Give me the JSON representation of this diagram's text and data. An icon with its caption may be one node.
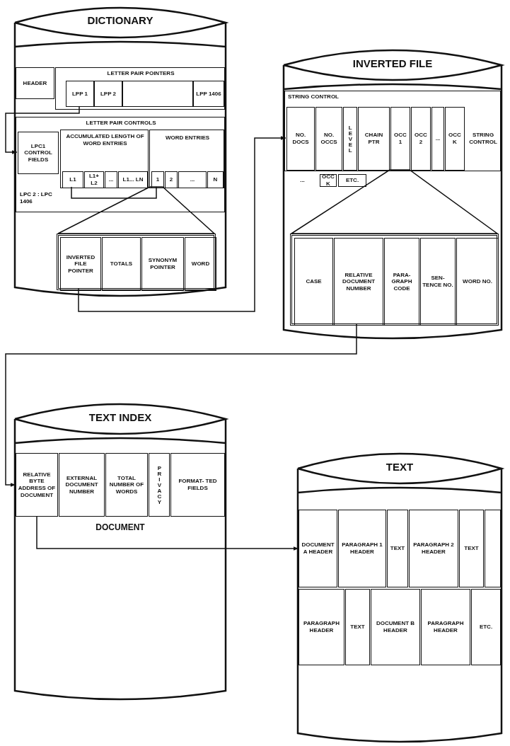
{
  "diagram": {
    "nodes": [
      {
        "text": [
          "DICTIONARY"
        ]
      },
      {
        "text": [
          "HEADER"
        ],
        "in": 0
      },
      {
        "text": [
          "LETTER PAIR POINTERS"
        ],
        "in": 0
      },
      {
        "text": [
          "LPP 1"
        ],
        "in": 2
      },
      {
        "text": [
          "LPP 2"
        ],
        "in": 2
      },
      {
        "text": [],
        "shape": "box",
        "in": 2
      },
      {
        "text": [
          "LPP 1406"
        ],
        "in": 2
      },
      {
        "text": [
          "LETTER PAIR CONTROLS"
        ],
        "in": 0
      },
      {
        "text": [
          "LPC1 CONTROL FIELDS"
        ],
        "in": 7
      },
      {
        "text": [
          "ACCUMULATED LENGTH OF WORD ENTRIES"
        ],
        "in": 7
      },
      {
        "text": [
          "L1"
        ],
        "in": 9
      },
      {
        "text": [
          "L1+ L2"
        ],
        "in": 9
      },
      {
        "text": [
          "..."
        ],
        "in": 9
      },
      {
        "text": [
          "L1... LN"
        ],
        "in": 9
      },
      {
        "text": [
          "WORD ENTRIES"
        ],
        "in": 7
      },
      {
        "text": [
          "1"
        ],
        "in": 14
      },
      {
        "text": [
          "2"
        ],
        "in": 14
      },
      {
        "text": [
          "..."
        ],
        "in": 14
      },
      {
        "text": [
          "N"
        ],
        "in": 14
      },
      {
        "text": [],
        "shape": "box",
        "in": 0
      },
      {
        "text": [
          "INVERTED FILE POINTER"
        ],
        "in": 19
      },
      {
        "text": [
          "TOTALS"
        ],
        "in": 19
      },
      {
        "text": [
          "SYNONYM POINTER"
        ],
        "in": 19
      },
      {
        "text": [
          "WORD"
        ],
        "in": 19
      },
      {
        "text": [
          "INVERTED FILE"
        ]
      },
      {
        "text": [
          "STRING CONTROL"
        ],
        "in": 24
      },
      {
        "text": [
          "NO. DOCS"
        ],
        "in": 25
      },
      {
        "text": [
          "NO. OCCS"
        ],
        "in": 25
      },
      {
        "text": [
          "LEVEL"
        ],
        "in": 25
      },
      {
        "text": [
          "CHAIN PTR"
        ],
        "in": 25
      },
      {
        "text": [
          "OCC 1"
        ],
        "in": 25
      },
      {
        "text": [
          "OCC 2"
        ],
        "in": 25
      },
      {
        "text": [
          "..."
        ],
        "in": 25
      },
      {
        "text": [
          "OCC K"
        ],
        "in": 25
      },
      {
        "text": [
          "STRING CONTROL"
        ],
        "in": 25
      },
      {
        "text": [
          "..."
        ],
        "in": 24
      },
      {
        "text": [
          "OCC K"
        ],
        "in": 24
      },
      {
        "text": [
          "ETC."
        ],
        "in": 24
      },
      {
        "text": [],
        "shape": "box",
        "in": 24
      },
      {
        "text": [
          "CASE"
        ],
        "in": 38
      },
      {
        "text": [
          "RELATIVE DOCUMENT NUMBER"
        ],
        "in": 38
      },
      {
        "text": [
          "PARA- GRAPH CODE"
        ],
        "in": 38
      },
      {
        "text": [
          "SEN- TENCE NO."
        ],
        "in": 38
      },
      {
        "text": [
          "WORD NO."
        ],
        "in": 38
      },
      {
        "text": [
          "TEXT INDEX",
          "DOCUMENT"
        ]
      },
      {
        "text": [
          "RELATIVE BYTE ADDRESS OF DOCUMENT"
        ],
        "in": 44
      },
      {
        "text": [
          "EXTERNAL DOCUMENT NUMBER"
        ],
        "in": 44
      },
      {
        "text": [
          "TOTAL NUMBER OF WORDS"
        ],
        "in": 44
      },
      {
        "text": [
          "PRIVACY"
        ],
        "in": 44
      },
      {
        "text": [
          "FORMAT- TED FIELDS"
        ],
        "in": 44
      },
      {
        "text": [
          "TEXT"
        ]
      },
      {
        "text": [
          "DOCUMENT A HEADER"
        ],
        "in": 50
      },
      {
        "text": [
          "PARAGRAPH 1 HEADER"
        ],
        "in": 50
      },
      {
        "text": [
          "TEXT"
        ],
        "in": 50
      },
      {
        "text": [
          "PARAGRAPH 2 HEADER"
        ],
        "in": 50
      },
      {
        "text": [
          "TEXT"
        ],
        "in": 50
      },
      {
        "text": [],
        "shape": "box",
        "in": 50
      },
      {
        "text": [
          "PARAGRAPH HEADER"
        ],
        "in": 50
      },
      {
        "text": [
          "TEXT"
        ],
        "in": 50
      },
      {
        "text": [
          "DOCUMENT B HEADER"
        ],
        "in": 50
      },
      {
        "text": [
          "PARAGRAPH HEADER"
        ],
        "in": 50
      },
      {
        "text": [
          "ETC."
        ],
        "in": 50
      }
    ],
    "edges": [
      {
        "from": 3,
        "to": 8,
        "arrow": "to"
      },
      {
        "from": 10,
        "to": 15,
        "arrow": "none"
      },
      {
        "from": 15,
        "to": 19,
        "arrow": "none"
      },
      {
        "from": 20,
        "to": 26,
        "arrow": "to"
      },
      {
        "from": 30,
        "to": 38,
        "arrow": "none"
      },
      {
        "from": 40,
        "to": 45,
        "arrow": "to"
      },
      {
        "from": 45,
        "to": 51,
        "arrow": "to"
      }
    ],
    "labels": [
      "LPC 2 : LPC 1406"
    ]
  }
}
